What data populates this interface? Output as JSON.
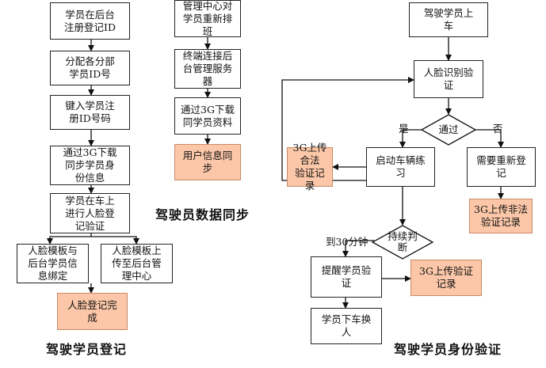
{
  "registration": {
    "caption": "驾驶学员登记",
    "steps": {
      "r1": "学员在后台\n注册登记ID",
      "r2": "分配各分部\n学员ID号",
      "r3": "键入学员注\n册ID号码",
      "r4": "通过3G下载\n同步学员身\n份信息",
      "r5": "学员在车上\n进行人脸登\n记验证",
      "r6": "人脸模板与\n后台学员信\n息绑定",
      "r7": "人脸模板上\n传至后台管\n理中心",
      "r8": "人脸登记完\n成"
    }
  },
  "sync": {
    "caption": "驾驶员数据同步",
    "steps": {
      "s1": "管理中心对\n学员重新排\n班",
      "s2": "终端连接后\n台管理服务\n器",
      "s3": "通过3G下载\n同学员资料",
      "s4": "用户信息同\n步"
    }
  },
  "verification": {
    "caption": "驾驶学员身份验证",
    "steps": {
      "v1": "驾驶学员上\n车",
      "v2": "人脸识别验\n证",
      "v3": "启动车辆练\n习",
      "v4": "3G上传合法\n验证记录",
      "v5": "需要重新登\n记",
      "v6": "3G上传非法\n验证记录",
      "v7": "提醒学员验\n证",
      "v8": "3G上传验证\n记录",
      "v9": "学员下车换\n人"
    },
    "decisions": {
      "d1": "通过",
      "d2": "持续判\n断"
    },
    "labels": {
      "yes": "是",
      "no": "否",
      "timeout": "到30分钟"
    }
  },
  "colors": {
    "highlight_fill": "#fbc7a8",
    "line": "#222222"
  }
}
